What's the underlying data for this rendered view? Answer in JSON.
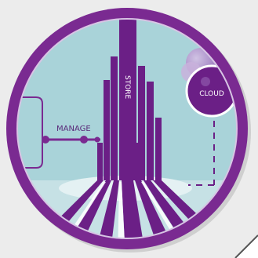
{
  "illustration": {
    "labels": {
      "manage": "MANAGE",
      "store": "STORE",
      "cloud": "CLOUD"
    }
  },
  "colors": {
    "ring_purple": "#7a2a91",
    "tower_purple": "#6b1f86",
    "sky_teal": "#a9d3d9",
    "ground_pale": "#d9ecef",
    "bubble_light": "#b79ad0",
    "background": "#ececec"
  },
  "icons": [
    "cloud-bubble-icon",
    "manage-connector-icon"
  ]
}
